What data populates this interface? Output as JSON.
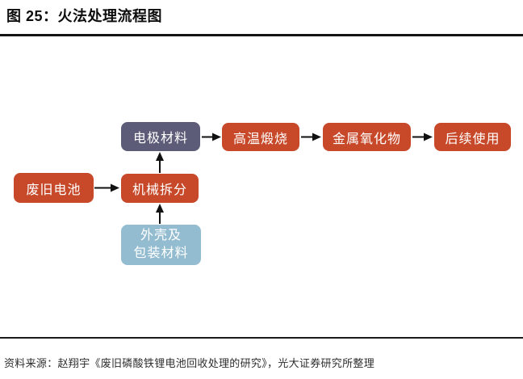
{
  "figure": {
    "title": "图 25：火法处理流程图",
    "source": "资料来源：赵翔宇《废旧磷酸铁锂电池回收处理的研究》，光大证券研究所整理"
  },
  "flowchart": {
    "nodes": {
      "waste_battery": {
        "label": "废旧电池",
        "color": "#c7492a"
      },
      "mechanical_split": {
        "label": "机械拆分",
        "color": "#c7492a"
      },
      "electrode_material": {
        "label": "电极材料",
        "color": "#5c5c78"
      },
      "high_temp_calcination": {
        "label": "高温煅烧",
        "color": "#c7492a"
      },
      "metal_oxide": {
        "label": "金属氧化物",
        "color": "#c7492a"
      },
      "subsequent_use": {
        "label": "后续使用",
        "color": "#c7492a"
      },
      "shell_packaging": {
        "label": "外壳及包装材料",
        "label_line1": "外壳及",
        "label_line2": "包装材料",
        "color": "#93bcd0"
      }
    },
    "edges": [
      {
        "from": "废旧电池",
        "to": "机械拆分"
      },
      {
        "from": "外壳及包装材料",
        "to": "机械拆分"
      },
      {
        "from": "机械拆分",
        "to": "电极材料"
      },
      {
        "from": "电极材料",
        "to": "高温煅烧"
      },
      {
        "from": "高温煅烧",
        "to": "金属氧化物"
      },
      {
        "from": "金属氧化物",
        "to": "后续使用"
      }
    ],
    "arrow_color": "#111111"
  }
}
